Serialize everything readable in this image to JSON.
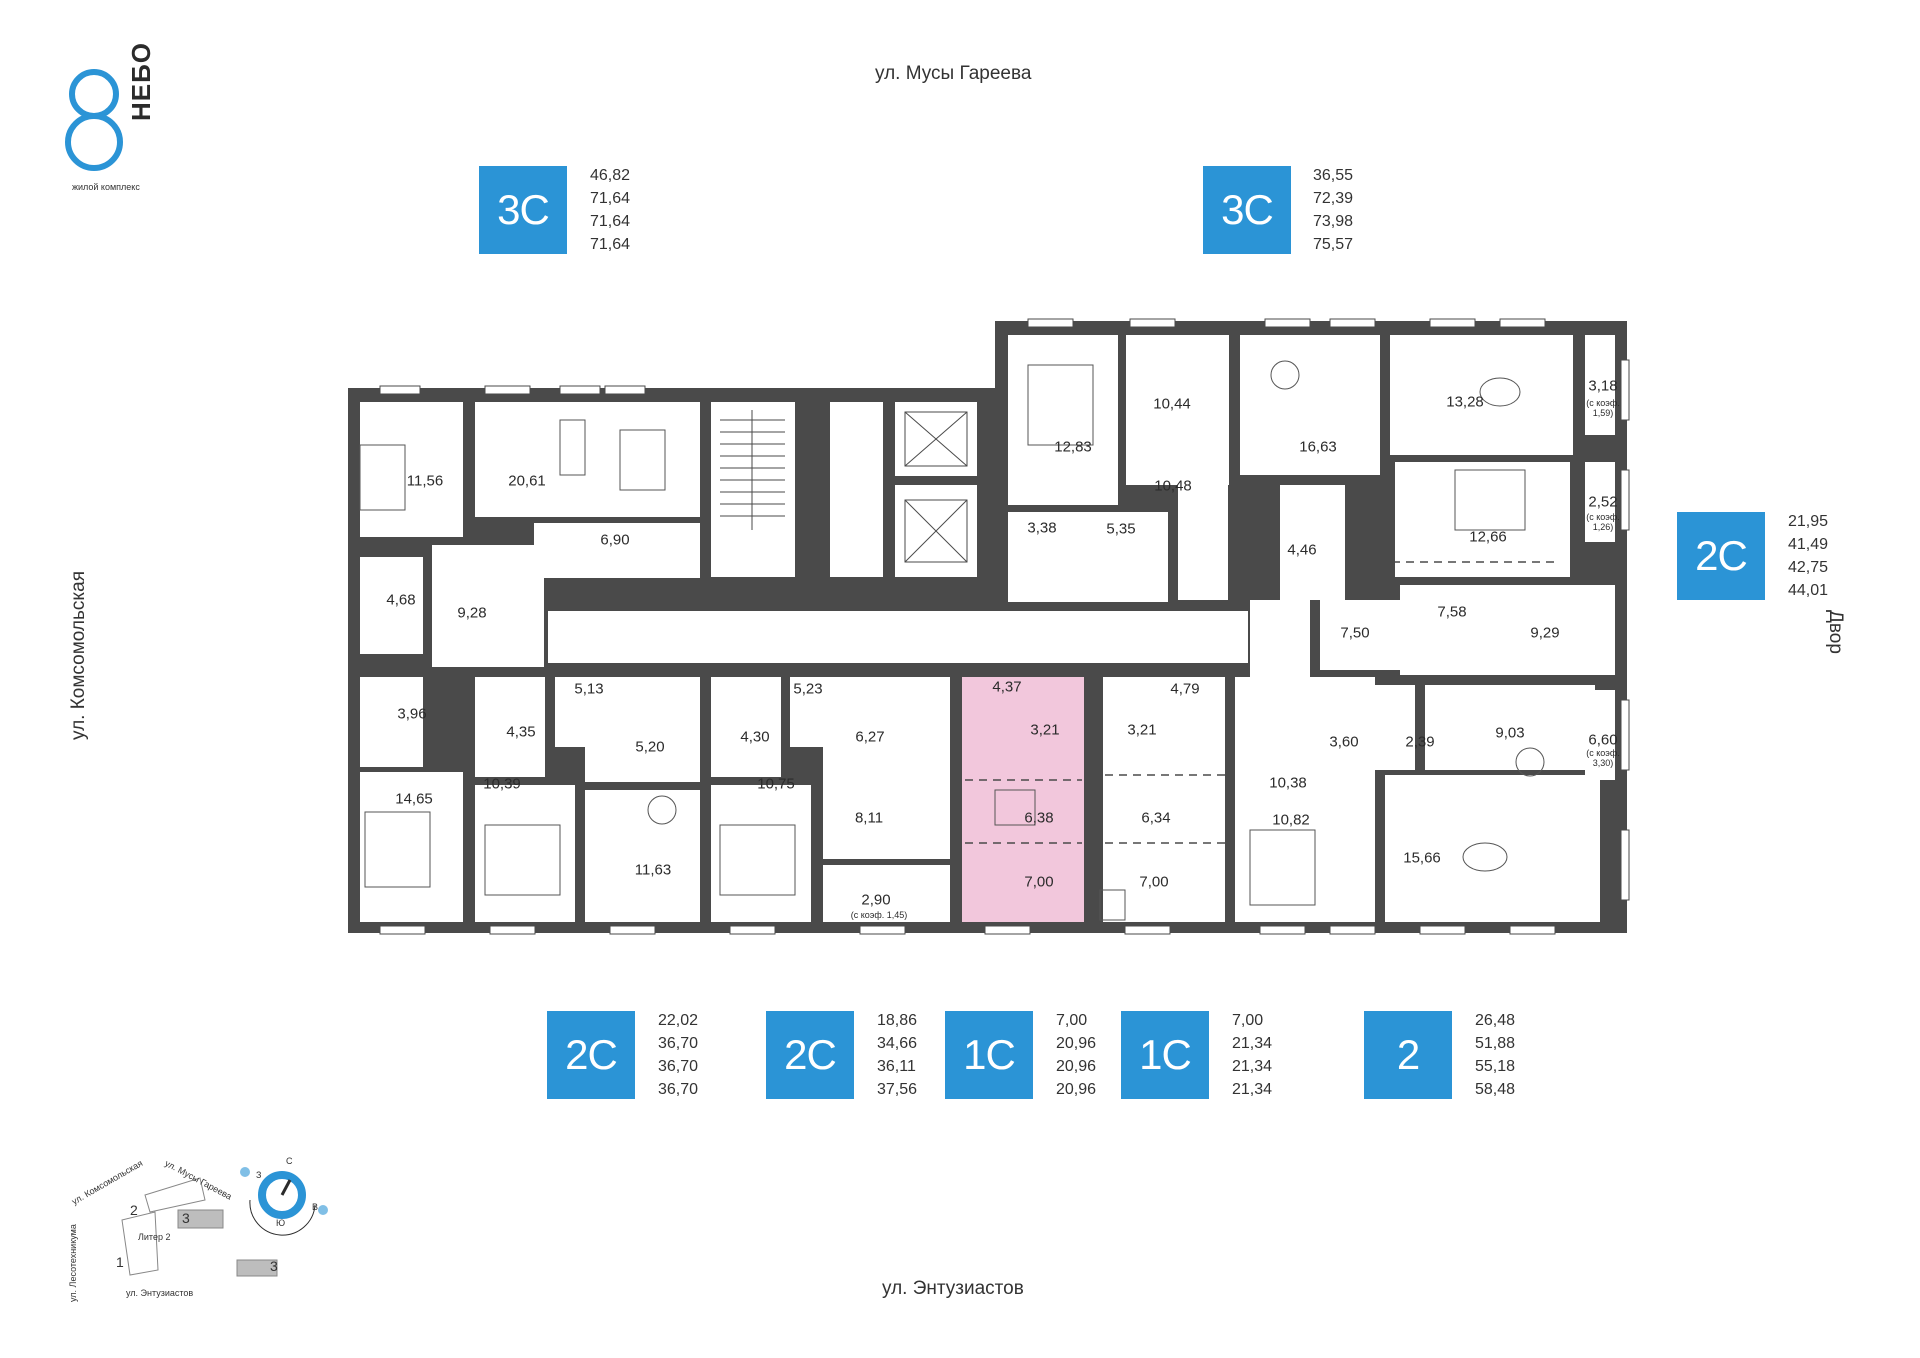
{
  "logo": {
    "mark": "8",
    "word": "НЕБО",
    "subtitle": "жилой комплекс",
    "color": "#2b94d6"
  },
  "streets": {
    "top": "ул. Мусы Гареева",
    "bottom": "ул. Энтузиастов",
    "left": "ул. Комсомольская",
    "right": "Двор"
  },
  "colors": {
    "badge": "#2b94d6",
    "wall": "#4a4a4a",
    "highlight": "#f2c7dc",
    "floor": "#ffffff"
  },
  "units_top": [
    {
      "type": "3С",
      "areas": [
        "46,82",
        "71,64",
        "71,64",
        "71,64"
      ]
    },
    {
      "type": "3С",
      "areas": [
        "36,55",
        "72,39",
        "73,98",
        "75,57"
      ]
    }
  ],
  "unit_right": {
    "type": "2С",
    "areas": [
      "21,95",
      "41,49",
      "42,75",
      "44,01"
    ]
  },
  "units_bottom": [
    {
      "type": "2С",
      "areas": [
        "22,02",
        "36,70",
        "36,70",
        "36,70"
      ]
    },
    {
      "type": "2С",
      "areas": [
        "18,86",
        "34,66",
        "36,11",
        "37,56"
      ]
    },
    {
      "type": "1С",
      "areas": [
        "7,00",
        "20,96",
        "20,96",
        "20,96"
      ]
    },
    {
      "type": "1С",
      "areas": [
        "7,00",
        "21,34",
        "21,34",
        "21,34"
      ]
    },
    {
      "type": "2",
      "areas": [
        "26,48",
        "51,88",
        "55,18",
        "58,48"
      ]
    }
  ],
  "rooms": [
    {
      "label": "11,56"
    },
    {
      "label": "20,61"
    },
    {
      "label": "6,90"
    },
    {
      "label": "4,68"
    },
    {
      "label": "9,28"
    },
    {
      "label": "3,96"
    },
    {
      "label": "14,65"
    },
    {
      "label": "4,35"
    },
    {
      "label": "5,13"
    },
    {
      "label": "10,39"
    },
    {
      "label": "5,20"
    },
    {
      "label": "11,63"
    },
    {
      "label": "4,30"
    },
    {
      "label": "5,23"
    },
    {
      "label": "6,27"
    },
    {
      "label": "10,75"
    },
    {
      "label": "8,11"
    },
    {
      "label": "2,90"
    },
    {
      "label": "(с коэф. 1,45)"
    },
    {
      "label": "4,37"
    },
    {
      "label": "3,21"
    },
    {
      "label": "6,38"
    },
    {
      "label": "7,00"
    },
    {
      "label": "3,21"
    },
    {
      "label": "4,79"
    },
    {
      "label": "6,34"
    },
    {
      "label": "7,00"
    },
    {
      "label": "12,83"
    },
    {
      "label": "10,44"
    },
    {
      "label": "10,48"
    },
    {
      "label": "3,38"
    },
    {
      "label": "5,35"
    },
    {
      "label": "16,63"
    },
    {
      "label": "4,46"
    },
    {
      "label": "13,28"
    },
    {
      "label": "3,18"
    },
    {
      "label": "(с коэф. 1,59)"
    },
    {
      "label": "12,66"
    },
    {
      "label": "2,52"
    },
    {
      "label": "(с коэф. 1,26)"
    },
    {
      "label": "7,58"
    },
    {
      "label": "7,50"
    },
    {
      "label": "9,29"
    },
    {
      "label": "10,38"
    },
    {
      "label": "3,60"
    },
    {
      "label": "2,39"
    },
    {
      "label": "9,03"
    },
    {
      "label": "6,60"
    },
    {
      "label": "(с коэф. 3,30)"
    },
    {
      "label": "10,82"
    },
    {
      "label": "15,66"
    }
  ],
  "minimap": {
    "streets": [
      "ул. Комсомольская",
      "ул. Мусы Гареева",
      "ул. Лесотехникума",
      "ул. Энтузиастов"
    ],
    "sections": [
      "1",
      "2",
      "3"
    ],
    "litera": "Литер 2",
    "legend": "3",
    "compass": [
      "С",
      "В",
      "Ю",
      "З"
    ]
  }
}
